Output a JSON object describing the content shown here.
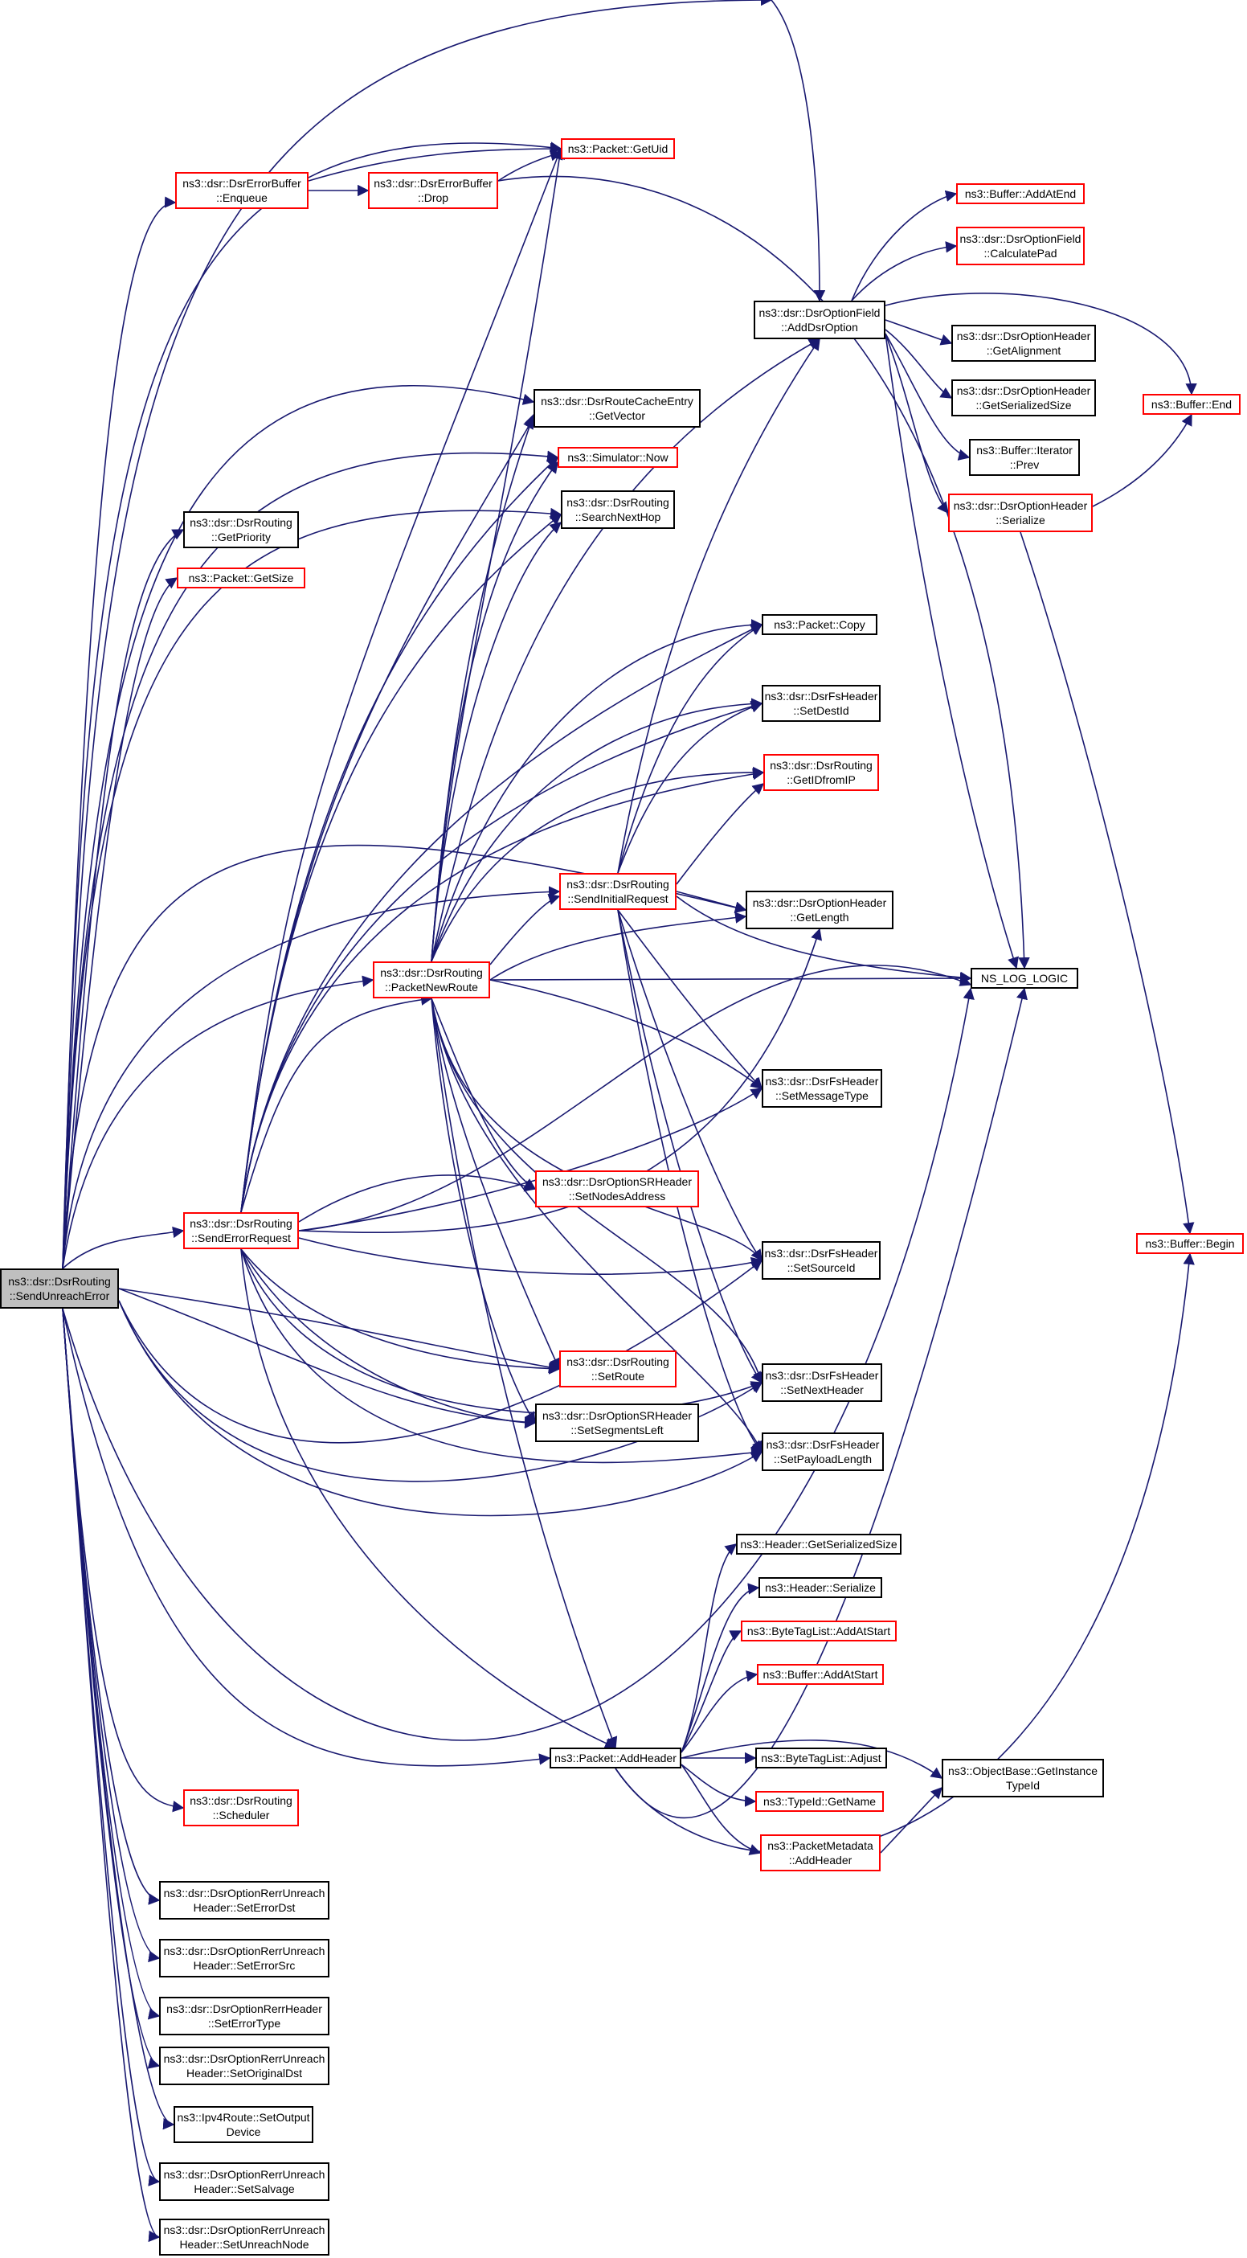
{
  "colors": {
    "edge": "#191970",
    "red_border": "#ff0000",
    "black_border": "#000000",
    "root_fill": "#bfbfbf"
  },
  "nodes": {
    "root": {
      "lines": [
        "ns3::dsr::DsrRouting",
        "::SendUnreachError"
      ]
    },
    "errbuf_enqueue": {
      "lines": [
        "ns3::dsr::DsrErrorBuffer",
        "::Enqueue"
      ]
    },
    "errbuf_drop": {
      "lines": [
        "ns3::dsr::DsrErrorBuffer",
        "::Drop"
      ]
    },
    "packet_getuid": {
      "lines": [
        "ns3::Packet::GetUid"
      ]
    },
    "buffer_addatend": {
      "lines": [
        "ns3::Buffer::AddAtEnd"
      ]
    },
    "optfield_calcpad": {
      "lines": [
        "ns3::dsr::DsrOptionField",
        "::CalculatePad"
      ]
    },
    "optfield_adddsroption": {
      "lines": [
        "ns3::dsr::DsrOptionField",
        "::AddDsrOption"
      ]
    },
    "opthdr_getalignment": {
      "lines": [
        "ns3::dsr::DsrOptionHeader",
        "::GetAlignment"
      ]
    },
    "opthdr_getserializedsize": {
      "lines": [
        "ns3::dsr::DsrOptionHeader",
        "::GetSerializedSize"
      ]
    },
    "buffer_end": {
      "lines": [
        "ns3::Buffer::End"
      ]
    },
    "buffer_iter_prev": {
      "lines": [
        "ns3::Buffer::Iterator",
        "::Prev"
      ]
    },
    "opthdr_serialize": {
      "lines": [
        "ns3::dsr::DsrOptionHeader",
        "::Serialize"
      ]
    },
    "routecache_getvector": {
      "lines": [
        "ns3::dsr::DsrRouteCacheEntry",
        "::GetVector"
      ]
    },
    "simulator_now": {
      "lines": [
        "ns3::Simulator::Now"
      ]
    },
    "routing_searchnexthop": {
      "lines": [
        "ns3::dsr::DsrRouting",
        "::SearchNextHop"
      ]
    },
    "routing_getpriority": {
      "lines": [
        "ns3::dsr::DsrRouting",
        "::GetPriority"
      ]
    },
    "packet_getsize": {
      "lines": [
        "ns3::Packet::GetSize"
      ]
    },
    "packet_copy": {
      "lines": [
        "ns3::Packet::Copy"
      ]
    },
    "fshdr_setdestid": {
      "lines": [
        "ns3::dsr::DsrFsHeader",
        "::SetDestId"
      ]
    },
    "routing_getidfromip": {
      "lines": [
        "ns3::dsr::DsrRouting",
        "::GetIDfromIP"
      ]
    },
    "routing_sendinitialrequest": {
      "lines": [
        "ns3::dsr::DsrRouting",
        "::SendInitialRequest"
      ]
    },
    "opthdr_getlength": {
      "lines": [
        "ns3::dsr::DsrOptionHeader",
        "::GetLength"
      ]
    },
    "routing_packetnewroute": {
      "lines": [
        "ns3::dsr::DsrRouting",
        "::PacketNewRoute"
      ]
    },
    "ns_log_logic": {
      "lines": [
        "NS_LOG_LOGIC"
      ]
    },
    "fshdr_setmessagetype": {
      "lines": [
        "ns3::dsr::DsrFsHeader",
        "::SetMessageType"
      ]
    },
    "srhdr_setnodesaddress": {
      "lines": [
        "ns3::dsr::DsrOptionSRHeader",
        "::SetNodesAddress"
      ]
    },
    "routing_senderrorrequest": {
      "lines": [
        "ns3::dsr::DsrRouting",
        "::SendErrorRequest"
      ]
    },
    "fshdr_setsourceid": {
      "lines": [
        "ns3::dsr::DsrFsHeader",
        "::SetSourceId"
      ]
    },
    "buffer_begin": {
      "lines": [
        "ns3::Buffer::Begin"
      ]
    },
    "routing_setroute": {
      "lines": [
        "ns3::dsr::DsrRouting",
        "::SetRoute"
      ]
    },
    "fshdr_setnextheader": {
      "lines": [
        "ns3::dsr::DsrFsHeader",
        "::SetNextHeader"
      ]
    },
    "srhdr_setsegmentsleft": {
      "lines": [
        "ns3::dsr::DsrOptionSRHeader",
        "::SetSegmentsLeft"
      ]
    },
    "fshdr_setpayloadlength": {
      "lines": [
        "ns3::dsr::DsrFsHeader",
        "::SetPayloadLength"
      ]
    },
    "header_getserializedsize": {
      "lines": [
        "ns3::Header::GetSerializedSize"
      ]
    },
    "header_serialize": {
      "lines": [
        "ns3::Header::Serialize"
      ]
    },
    "bytetaglist_addatstart": {
      "lines": [
        "ns3::ByteTagList::AddAtStart"
      ]
    },
    "buffer_addatstart": {
      "lines": [
        "ns3::Buffer::AddAtStart"
      ]
    },
    "packet_addheader": {
      "lines": [
        "ns3::Packet::AddHeader"
      ]
    },
    "bytetaglist_adjust": {
      "lines": [
        "ns3::ByteTagList::Adjust"
      ]
    },
    "objectbase_getinstancetypeid": {
      "lines": [
        "ns3::ObjectBase::GetInstance",
        "TypeId"
      ]
    },
    "typeid_getname": {
      "lines": [
        "ns3::TypeId::GetName"
      ]
    },
    "routing_scheduler": {
      "lines": [
        "ns3::dsr::DsrRouting",
        "::Scheduler"
      ]
    },
    "packetmetadata_addheader": {
      "lines": [
        "ns3::PacketMetadata",
        "::AddHeader"
      ]
    },
    "rerrunreach_seterrordst": {
      "lines": [
        "ns3::dsr::DsrOptionRerrUnreach",
        "Header::SetErrorDst"
      ]
    },
    "rerrunreach_seterrorsrc": {
      "lines": [
        "ns3::dsr::DsrOptionRerrUnreach",
        "Header::SetErrorSrc"
      ]
    },
    "rerrhdr_seterrortype": {
      "lines": [
        "ns3::dsr::DsrOptionRerrHeader",
        "::SetErrorType"
      ]
    },
    "rerrunreach_setoriginaldst": {
      "lines": [
        "ns3::dsr::DsrOptionRerrUnreach",
        "Header::SetOriginalDst"
      ]
    },
    "ipv4route_setoutputdevice": {
      "lines": [
        "ns3::Ipv4Route::SetOutput",
        "Device"
      ]
    },
    "rerrunreach_setsalvage": {
      "lines": [
        "ns3::dsr::DsrOptionRerrUnreach",
        "Header::SetSalvage"
      ]
    },
    "rerrunreach_setunreachnode": {
      "lines": [
        "ns3::dsr::DsrOptionRerrUnreach",
        "Header::SetUnreachNode"
      ]
    }
  }
}
